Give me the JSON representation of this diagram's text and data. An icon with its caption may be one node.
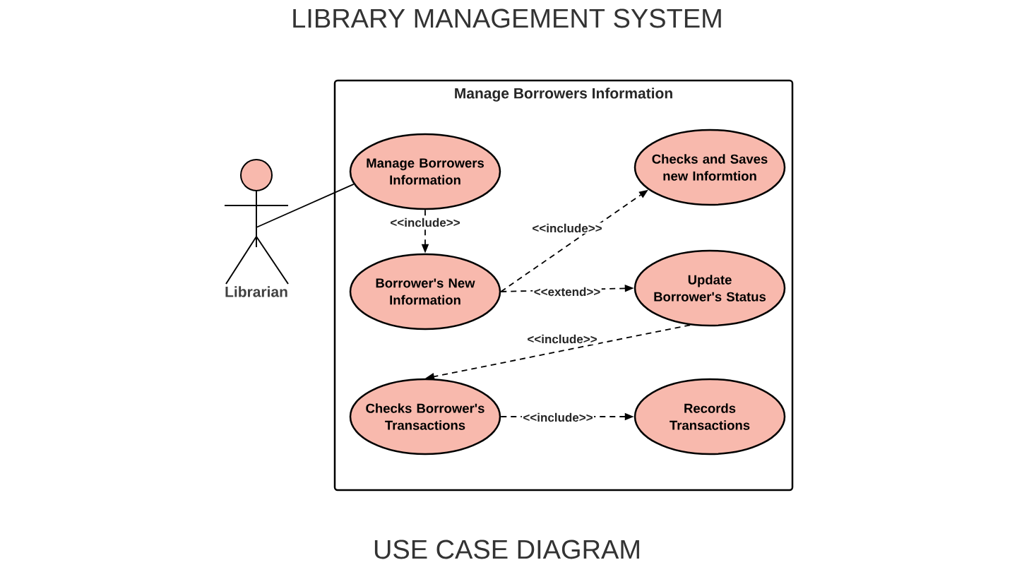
{
  "diagram": {
    "title": "LIBRARY MANAGEMENT SYSTEM",
    "caption": "USE CASE DIAGRAM",
    "nodes": [
      {
        "text": [
          "Manage Borrowers Information"
        ]
      },
      {
        "text": [
          "Librarian"
        ]
      },
      {
        "text": [
          "Manage Borrowers Information"
        ],
        "in": 0
      },
      {
        "text": [
          "Borrower's New Information"
        ],
        "in": 0
      },
      {
        "text": [
          "Checks and Saves new Informtion"
        ],
        "in": 0
      },
      {
        "text": [
          "Update Borrower's Status"
        ],
        "in": 0
      },
      {
        "text": [
          "Checks Borrower's Transactions"
        ],
        "in": 0
      },
      {
        "text": [
          "Records Transactions"
        ],
        "in": 0
      }
    ],
    "edges": [
      {
        "from": 1,
        "to": 2,
        "arrow": "none"
      },
      {
        "from": 2,
        "to": 3,
        "arrow": "to",
        "style": "dashed",
        "label": "<<include>>"
      },
      {
        "from": 3,
        "to": 4,
        "arrow": "to",
        "style": "dashed",
        "label": "<<include>>"
      },
      {
        "from": 3,
        "to": 5,
        "arrow": "to",
        "style": "dashed",
        "label": "<<extend>>"
      },
      {
        "from": 5,
        "to": 6,
        "arrow": "to",
        "style": "dashed",
        "label": "<<include>>"
      },
      {
        "from": 6,
        "to": 7,
        "arrow": "to",
        "style": "dashed",
        "label": "<<include>>"
      }
    ]
  }
}
